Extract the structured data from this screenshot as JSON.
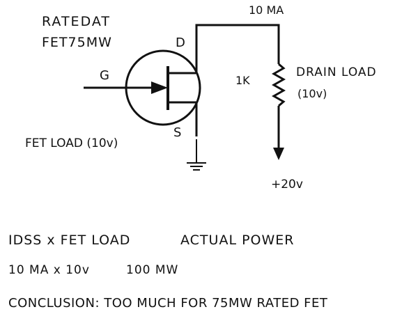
{
  "labels": {
    "rated": "RATEDAT",
    "fet_rating": "FET75MW",
    "gate": "G",
    "drain": "D",
    "source": "S",
    "current": "10 MA",
    "resistor": "1K",
    "drain_load": "DRAIN LOAD",
    "drain_load_voltage": "(10v)",
    "fet_load": "FET LOAD (10v)",
    "supply": "+20v"
  },
  "notes": {
    "line1_left": "IDSS x FET LOAD",
    "line1_right": "ACTUAL POWER",
    "line2_left": "10 MA x 10v",
    "line2_right": "100 MW",
    "conclusion": "CONCLUSION: TOO MUCH FOR 75MW RATED FET"
  }
}
